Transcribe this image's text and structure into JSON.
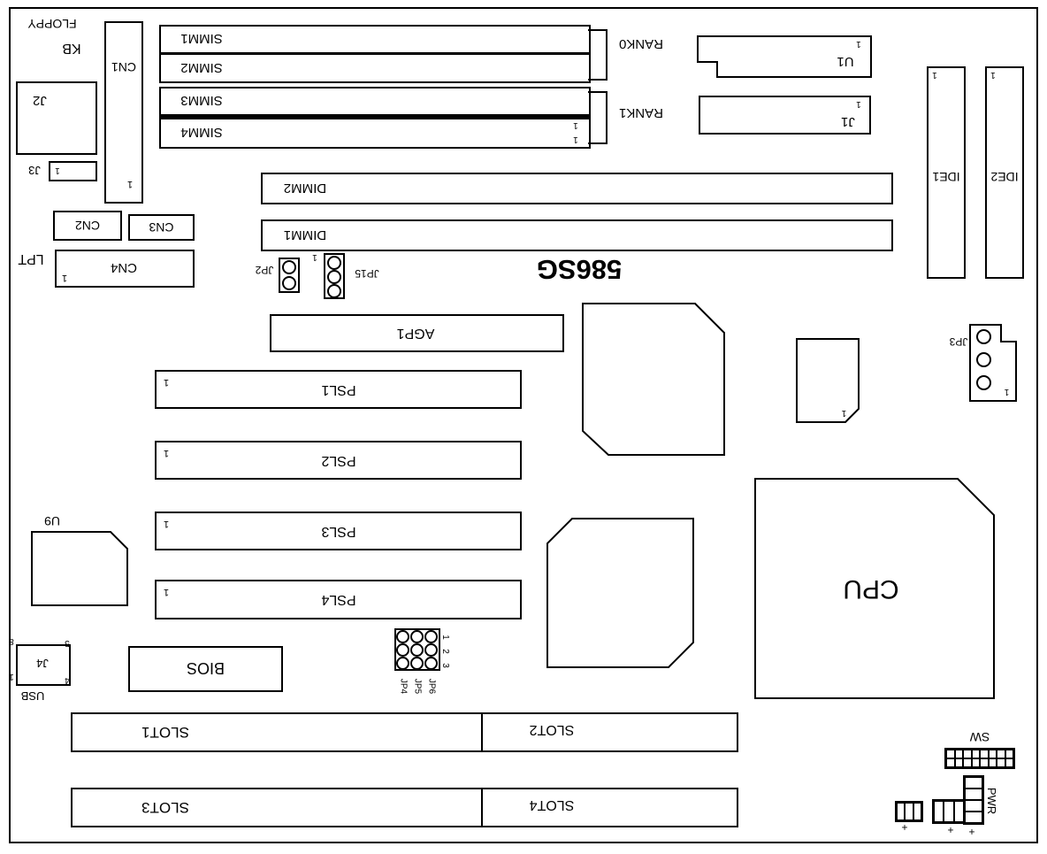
{
  "title": "586SG",
  "connectors": {
    "floppy": "FLOPPY",
    "kb": "KB",
    "cn1": "CN1",
    "j2": "J2",
    "j3": "J3",
    "cn2": "CN2",
    "cn3": "CN3",
    "lpt": "LPT",
    "cn4": "CN4",
    "u1": "U1",
    "j1": "J1",
    "ide1": "IDE1",
    "ide2": "IDE2",
    "j4": "J4",
    "usb": "USB"
  },
  "memory": {
    "simm": [
      "SIMM1",
      "SIMM2",
      "SIMM3",
      "SIMM4"
    ],
    "rank0": "RANK0",
    "rank1": "RANK1",
    "dimm2": "DIMM2",
    "dimm1": "DIMM1"
  },
  "slots": {
    "agp": "AGP1",
    "psl": [
      "PSL1",
      "PSL2",
      "PSL3",
      "PSL4"
    ],
    "isa": [
      "SLOT1",
      "SLOT2",
      "SLOT3",
      "SLOT4"
    ]
  },
  "jumpers": {
    "jp2": "JP2",
    "jp15": "JP15",
    "jp3": "JP3",
    "jp4": "JP4",
    "jp5": "JP5",
    "jp6": "JP6",
    "pin_numbers": [
      "1",
      "2",
      "3"
    ]
  },
  "chips": {
    "u9": "U9",
    "bios": "BIOS",
    "cpu": "CPU"
  },
  "switch": {
    "sw": "SW",
    "pwr": "PWR",
    "plus": "+"
  },
  "usb_pins": [
    "8",
    "5",
    "1",
    "4"
  ],
  "pin1": "1"
}
